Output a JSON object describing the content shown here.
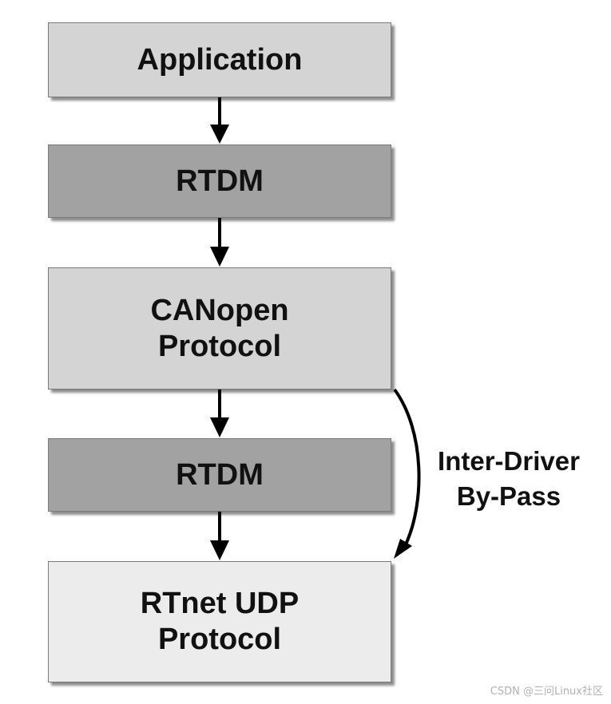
{
  "colors": {
    "light_layer": "#d4d4d4",
    "dark_layer": "#a2a2a2",
    "lightest_layer": "#ececec",
    "arrow": "#000000"
  },
  "layers": [
    {
      "id": "application",
      "lines": [
        "Application"
      ],
      "fill": "light_layer"
    },
    {
      "id": "rtdm-1",
      "lines": [
        "RTDM"
      ],
      "fill": "dark_layer"
    },
    {
      "id": "canopen",
      "lines": [
        "CANopen",
        "Protocol"
      ],
      "fill": "light_layer"
    },
    {
      "id": "rtdm-2",
      "lines": [
        "RTDM"
      ],
      "fill": "dark_layer"
    },
    {
      "id": "rtnet",
      "lines": [
        "RTnet UDP",
        "Protocol"
      ],
      "fill": "lightest_layer"
    }
  ],
  "bypass": {
    "lines": [
      "Inter-Driver",
      "By-Pass"
    ],
    "from": "canopen",
    "to": "rtnet"
  },
  "watermark": "CSDN @三问Linux社区"
}
